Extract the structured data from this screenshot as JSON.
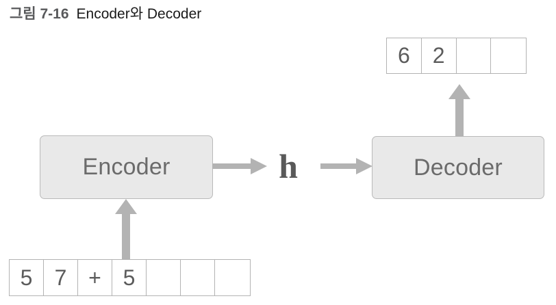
{
  "figure": {
    "label": "그림 7-16",
    "caption": "Encoder와 Decoder"
  },
  "colors": {
    "box_fill": "#e9e9e9",
    "box_border": "#b9b9b9",
    "box_text": "#6b6b6b",
    "arrow": "#b3b3b3",
    "grid_border": "#b3b3b3",
    "grid_text": "#5c5c5c",
    "label_gray": "#58595b",
    "caption_black": "#1a1a1a",
    "background": "#ffffff"
  },
  "output_sequence": {
    "name": "decoder-output-sequence",
    "cells": [
      "6",
      "2",
      "",
      ""
    ]
  },
  "input_sequence": {
    "name": "encoder-input-sequence",
    "cells": [
      "5",
      "7",
      "+",
      "5",
      "",
      "",
      ""
    ]
  },
  "modules": {
    "encoder": {
      "label": "Encoder"
    },
    "decoder": {
      "label": "Decoder"
    }
  },
  "hidden_state": {
    "symbol": "h"
  },
  "arrows": [
    {
      "name": "arrow-input-to-encoder",
      "from": "input-sequence",
      "to": "encoder",
      "direction": "up"
    },
    {
      "name": "arrow-encoder-to-h",
      "from": "encoder",
      "to": "hidden-state",
      "direction": "right"
    },
    {
      "name": "arrow-h-to-decoder",
      "from": "hidden-state",
      "to": "decoder",
      "direction": "right"
    },
    {
      "name": "arrow-decoder-to-output",
      "from": "decoder",
      "to": "output-sequence",
      "direction": "up"
    }
  ]
}
